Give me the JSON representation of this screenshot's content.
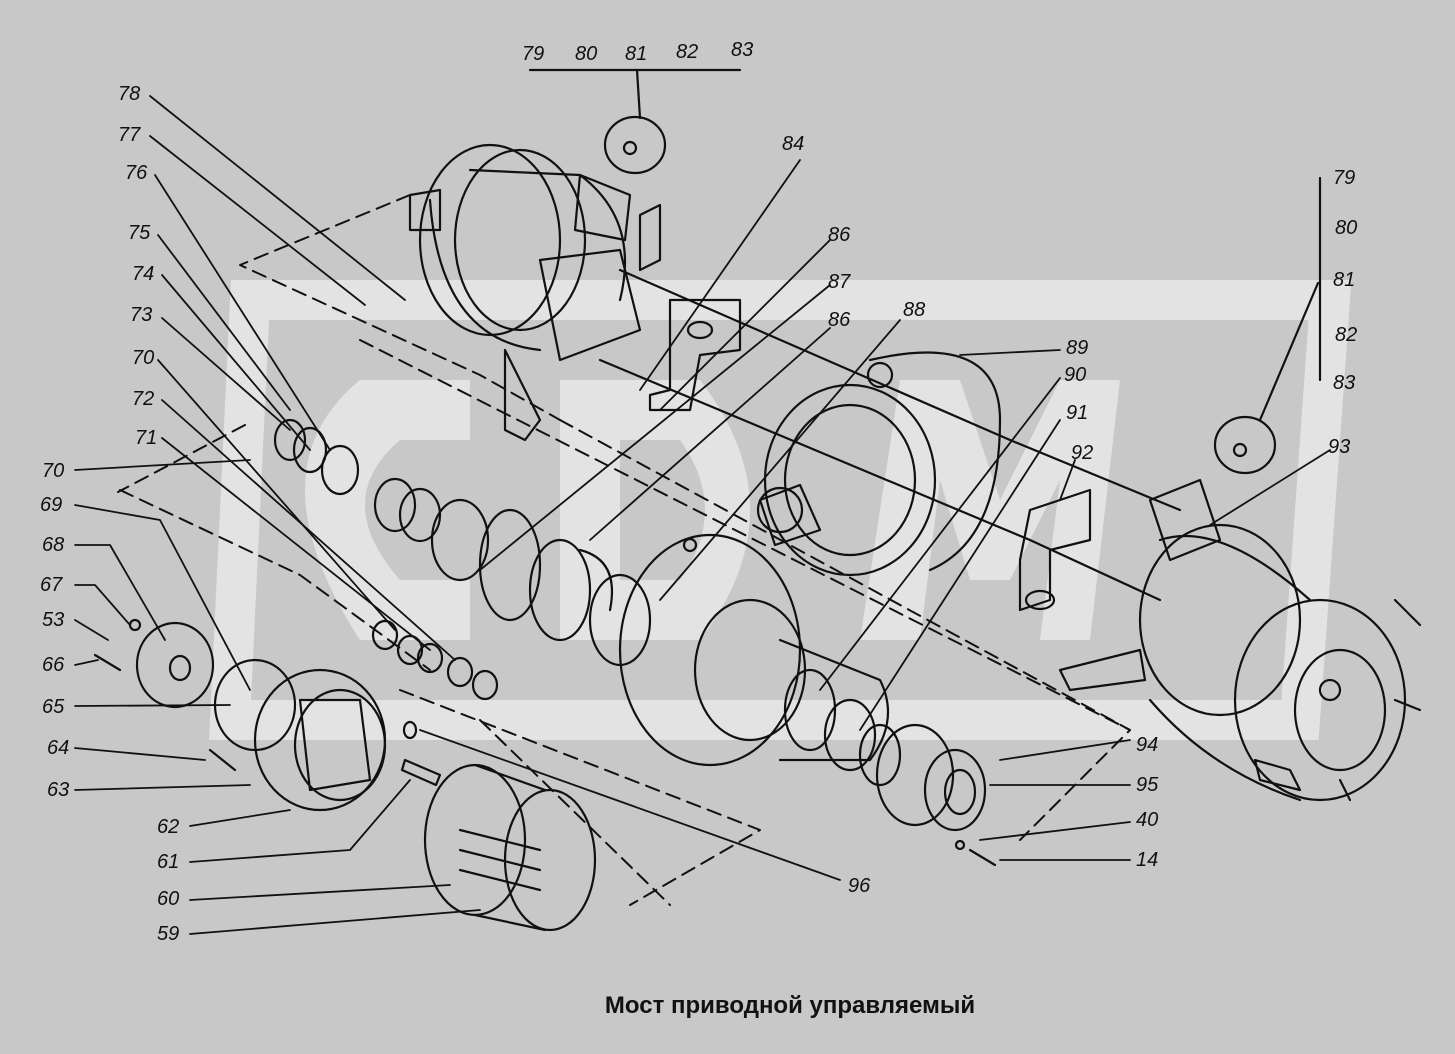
{
  "caption": "Мост приводной управляемый",
  "part_numbers": {
    "top_group": [
      "79",
      "80",
      "81",
      "82",
      "83"
    ],
    "right_group": [
      "79",
      "80",
      "81",
      "82",
      "83"
    ],
    "left_column": [
      "78",
      "77",
      "76",
      "75",
      "74",
      "73",
      "70",
      "72",
      "71",
      "70",
      "69",
      "68",
      "67",
      "53",
      "66",
      "65",
      "64",
      "63",
      "62",
      "61",
      "60",
      "59"
    ],
    "center": [
      "84",
      "86",
      "87",
      "86",
      "88",
      "89",
      "90",
      "91",
      "92",
      "93"
    ],
    "bottom_right": [
      "94",
      "95",
      "40",
      "14",
      "96"
    ]
  },
  "watermark": "CDM",
  "colors": {
    "background": "#c8c8c8",
    "ink": "#111111",
    "watermark": "#e8e8e8"
  }
}
